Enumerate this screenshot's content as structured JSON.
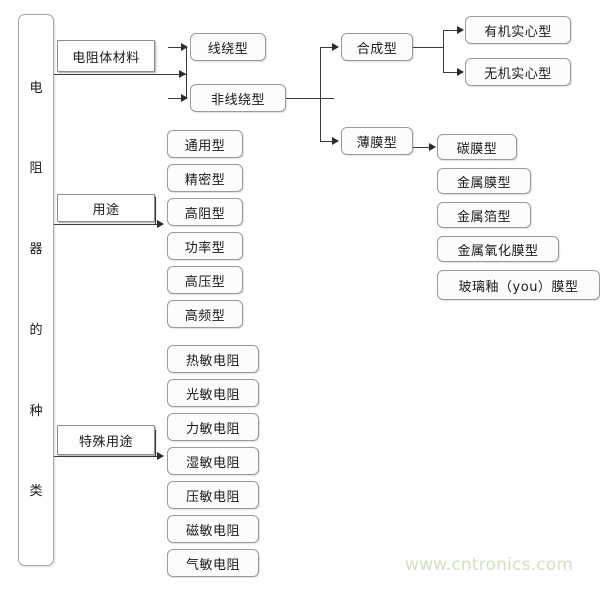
{
  "diagram": {
    "root": {
      "name": "resistor-types-root",
      "chars": [
        "电",
        "阻",
        "器",
        "的",
        "种",
        "类"
      ],
      "full_text": "电阻器的种类"
    },
    "level1": [
      {
        "id": "material",
        "label": "电阻体材料"
      },
      {
        "id": "usage",
        "label": "用途"
      },
      {
        "id": "special-use",
        "label": "特殊用途"
      }
    ],
    "material_children": [
      {
        "id": "wirewound",
        "label": "线绕型"
      },
      {
        "id": "non-wirewound",
        "label": "非线绕型"
      }
    ],
    "non_wirewound_children": [
      {
        "id": "composite",
        "label": "合成型"
      },
      {
        "id": "film",
        "label": "薄膜型"
      }
    ],
    "composite_children": [
      {
        "id": "organic-solid",
        "label": "有机实心型"
      },
      {
        "id": "inorganic-solid",
        "label": "无机实心型"
      }
    ],
    "film_children": [
      {
        "id": "carbon-film",
        "label": "碳膜型"
      },
      {
        "id": "metal-film",
        "label": "金属膜型"
      },
      {
        "id": "metal-foil",
        "label": "金属箔型"
      },
      {
        "id": "metal-oxide-film",
        "label": "金属氧化膜型"
      },
      {
        "id": "glass-glaze-film",
        "label": "玻璃釉（you）膜型"
      }
    ],
    "usage_children": [
      {
        "id": "general-purpose",
        "label": "通用型"
      },
      {
        "id": "precision",
        "label": "精密型"
      },
      {
        "id": "high-resistance",
        "label": "高阻型"
      },
      {
        "id": "power",
        "label": "功率型"
      },
      {
        "id": "high-voltage",
        "label": "高压型"
      },
      {
        "id": "high-frequency",
        "label": "高频型"
      }
    ],
    "special_use_children": [
      {
        "id": "thermistor",
        "label": "热敏电阻"
      },
      {
        "id": "photoresistor",
        "label": "光敏电阻"
      },
      {
        "id": "force-sensitive",
        "label": "力敏电阻"
      },
      {
        "id": "humidity-sensitive",
        "label": "湿敏电阻"
      },
      {
        "id": "varistor",
        "label": "压敏电阻"
      },
      {
        "id": "magneto-sensitive",
        "label": "磁敏电阻"
      },
      {
        "id": "gas-sensitive",
        "label": "气敏电阻"
      }
    ]
  },
  "watermark": {
    "text": "www.cntronics.com",
    "color": "#cfe3c4"
  },
  "colors": {
    "box_border": "#9a9a9a",
    "box_fill": "#fcfcfc",
    "line": "#3a3a3a",
    "text": "#1a1a1a"
  }
}
